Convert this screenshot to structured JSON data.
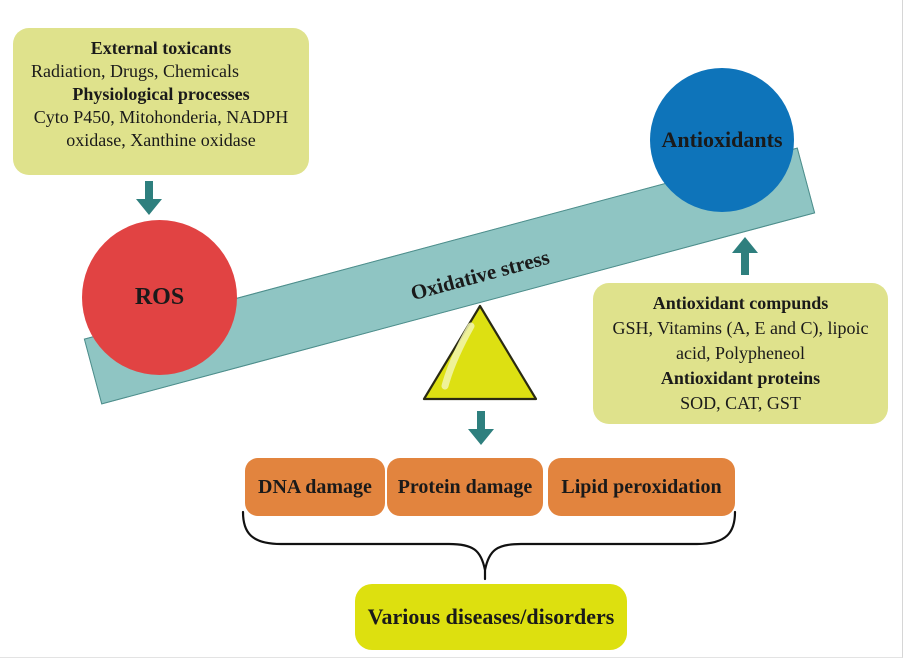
{
  "diagram": {
    "external_box": {
      "title1": "External toxicants",
      "body1": "Radiation, Drugs, Chemicals",
      "title2": "Physiological processes",
      "body2": "Cyto P450, Mitohonderia, NADPH oxidase, Xanthine oxidase"
    },
    "ros_circle": {
      "label": "ROS"
    },
    "antioxidants_circle": {
      "label": "Antioxidants"
    },
    "seesaw": {
      "label": "Oxidative stress"
    },
    "antioxidant_box": {
      "title1": "Antioxidant compunds",
      "body1": "GSH, Vitamins (A, E and C), lipoic acid, Polypheneol",
      "title2": "Antioxidant proteins",
      "body2": "SOD, CAT, GST"
    },
    "damage": {
      "items": [
        {
          "label": "DNA damage"
        },
        {
          "label": "Protein damage"
        },
        {
          "label": "Lipid peroxidation"
        }
      ]
    },
    "outcome_box": {
      "label": "Various diseases/disorders"
    },
    "colors": {
      "note_box_bg": "#dfe28c",
      "ros_red": "#e14343",
      "antioxidant_blue": "#0e74ba",
      "plank_teal": "#8fc5c3",
      "plank_edge": "#4d8d8b",
      "arrow_teal": "#2e7f7e",
      "triangle_yellow": "#dde012",
      "damage_orange": "#e2843e",
      "outcome_yellow": "#dde00f",
      "text": "#1a1a1a"
    }
  }
}
